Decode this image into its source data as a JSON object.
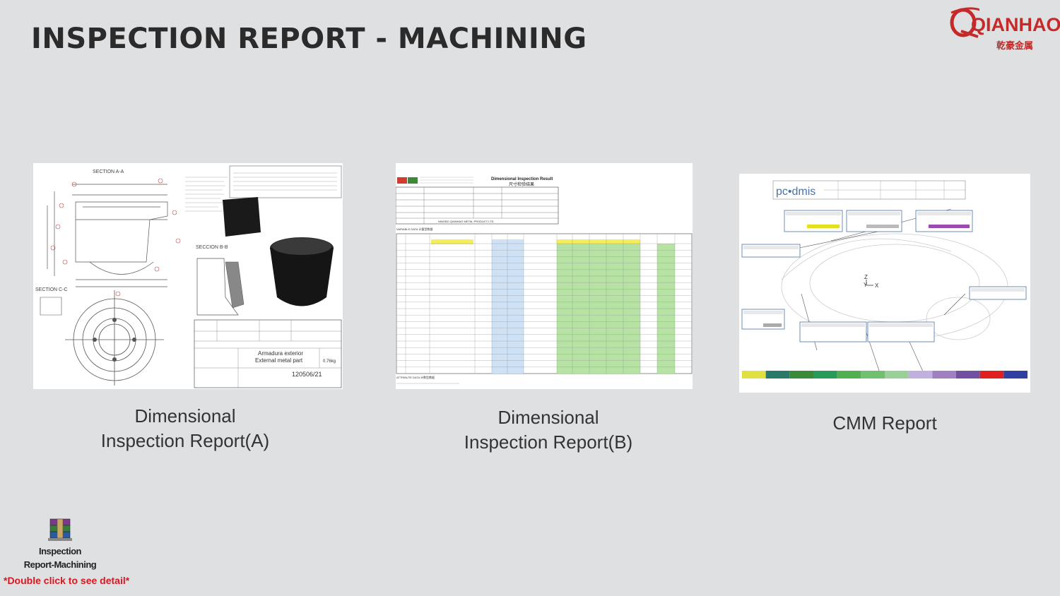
{
  "slide": {
    "title": "INSPECTION REPORT - MACHINING",
    "logo_text": "QIANHAO",
    "logo_cn": "乾豪金属"
  },
  "cards": [
    {
      "caption_line1": "Dimensional",
      "caption_line2": "Inspection Report(A)",
      "section_aa": "SECTION A-A",
      "section_bb": "SECCION B-B",
      "section_cc": "SECTION C-C",
      "title_block_name": "Armadura exterior",
      "title_block_name_en": "External metal part",
      "drawing_no": "120506/21",
      "weight": "0.76kg"
    },
    {
      "caption_line1": "Dimensional",
      "caption_line2": "Inspection Report(B)",
      "doc_title": "Dimensional Inspection Result",
      "doc_title_cn": "尺寸检验结果",
      "company": "NINGBO QIANHAO METAL PRODUCT LTD",
      "section_variable": "VARIABLE DATA 计量型数据",
      "section_attribute": "ATTRIBUTE DATA 计数型数据"
    },
    {
      "caption": "CMM Report",
      "brand": "pc•dmis",
      "axis_z": "Z",
      "axis_y": "Y",
      "axis_x": "X"
    }
  ],
  "attachment": {
    "icon": "winrar-archive-icon",
    "label_line1": "Inspection",
    "label_line2": "Report-Machining",
    "hint": "*Double click to see detail*"
  },
  "colors": {
    "title": "#2b2b2b",
    "brand_red": "#c52a2a",
    "hint_red": "#e0141e",
    "table_yellow": "#f5ee58",
    "table_green": "#b6e2a4",
    "table_blue": "#cfe1f5"
  }
}
